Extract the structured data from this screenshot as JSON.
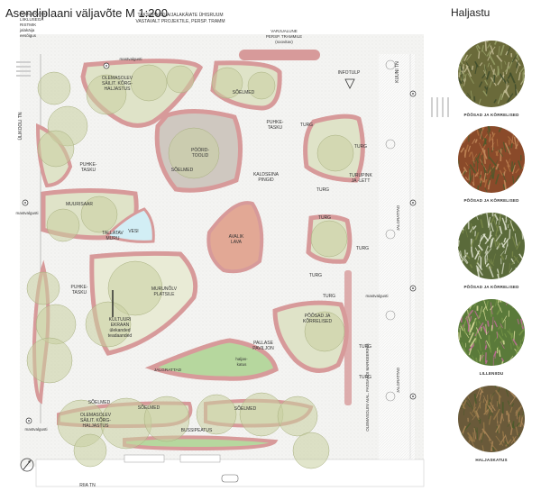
{
  "header": {
    "title": "Asendiplaani väljavõte M 1:200",
    "side_title": "Haljastu"
  },
  "plan_labels": {
    "rahustatud": [
      "RAHUSTATUD",
      "LIIKLUSEGA",
      "RISTMIK",
      "jalakäija",
      "eesõigus"
    ],
    "taksoparkla": [
      "TAKSOPARKLA/JALAKÄIATE ÜHISRUUM",
      "VASTAVALT PROJEKTILE, PERSP. TRAMM"
    ],
    "varjualune": [
      "VARJUALUNE",
      "PERSP. TRAMMILE",
      "(soovitav)"
    ],
    "mastvalgusti": "mastvalgusti",
    "olemasolev_top": [
      "OLEMASOLEV",
      "SÄILIT. KÕRG-",
      "HALJASTUS"
    ],
    "infotulp": "INFOTULP",
    "kuuni_tn": "KUUNI TN",
    "uurdoli_tn": "ÜLIKOOLI TN",
    "soelmed": "SÕELMED",
    "puhketasku": [
      "PUHKE-",
      "TASKU"
    ],
    "turg": "TURG",
    "poordtoolid": [
      "PÖÖRD-",
      "TOOLID"
    ],
    "kaldseina": [
      "KALDSEINA",
      "PINGID"
    ],
    "turupink": [
      "TURUPINK",
      "JA -LETT"
    ],
    "muurisaar": "MUURISAAR",
    "tallatav_muru": [
      "TALLATAV",
      "MURU"
    ],
    "vesi": "VESI",
    "avalik_lava": [
      "AVALIK",
      "LAVA"
    ],
    "jalgrattad": "JALGRATTAD",
    "murunolv": [
      "MURUNÕLV",
      "PLATSILE"
    ],
    "kultuuri": [
      "KULTUURI",
      "EKRAAN",
      "ülekanded",
      "teadaanded"
    ],
    "pusikud": [
      "PÕÕSAD JA",
      "KÕRRELISED"
    ],
    "pallase": [
      "PALLASE",
      "PAVILJON"
    ],
    "haljaskatus": [
      "haljas-",
      "katus"
    ],
    "olemasolev_aial": "OLEMASOLEV AIAL. FASSAADI MARKEERING",
    "olemasolev_bottom": [
      "OLEMASOLEV",
      "SÄILIT. KÕRG-",
      "HALJASTUS"
    ],
    "bussipeatus": "BUSSIPEATUS",
    "riia_tn": "RIIA TN"
  },
  "legend": [
    {
      "caption": "PÕÕSAD JA KÕRRELISED",
      "palette": [
        "#6a6a3a",
        "#9aa36a",
        "#3b4a2a",
        "#c7c09a"
      ]
    },
    {
      "caption": "PÕÕSAD JA KÕRRELISED",
      "palette": [
        "#8a4a2a",
        "#b07040",
        "#4a5a2a",
        "#c89060"
      ]
    },
    {
      "caption": "PÕÕSAD JA KÕRRELISED",
      "palette": [
        "#5a6a3a",
        "#d8dcc8",
        "#7a8a4a",
        "#eef0e0"
      ]
    },
    {
      "caption": "LILLENIIDU",
      "palette": [
        "#5a7a3a",
        "#c86aa0",
        "#e0e0a0",
        "#7a9a4a"
      ]
    },
    {
      "caption": "HALJASKATUS",
      "palette": [
        "#6a5a3a",
        "#9a7a4a",
        "#4a5a2a",
        "#b08a5a"
      ]
    }
  ]
}
